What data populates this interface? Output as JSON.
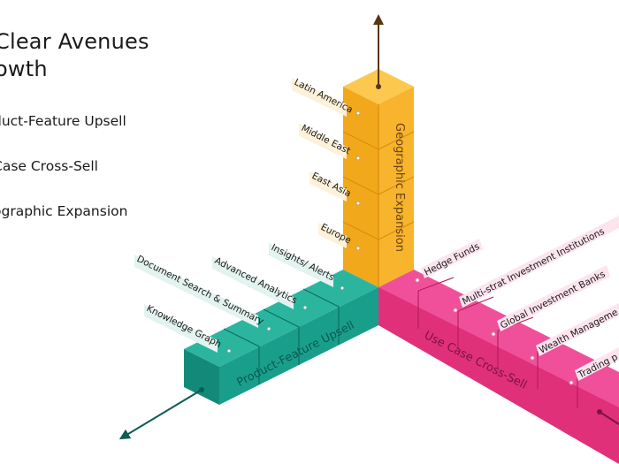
{
  "heading": {
    "line1": "Clear Avenues",
    "line2": "owth"
  },
  "bullets": [
    "duct-Feature Upsell",
    "Case Cross-Sell",
    "ographic Expansion"
  ],
  "axes": {
    "vertical": {
      "name": "Geographic Expansion",
      "color": "#f7b22a",
      "items": [
        "Latin America",
        "Middle East",
        "East Asia",
        "Europe"
      ]
    },
    "left": {
      "name": "Product-Feature Upsell",
      "color": "#1a9e8c",
      "items": [
        "Knowledge Graph",
        "Document Search & Summary",
        "Advanced Analytics",
        "Insights/ Alerts"
      ]
    },
    "right": {
      "name": "Use Case Cross-Sell",
      "color": "#e0307a",
      "items": [
        "Hedge Funds",
        "Multi-strat Investment Institutions",
        "Global Investment Banks",
        "Wealth Manageme",
        "Trading p"
      ]
    }
  }
}
